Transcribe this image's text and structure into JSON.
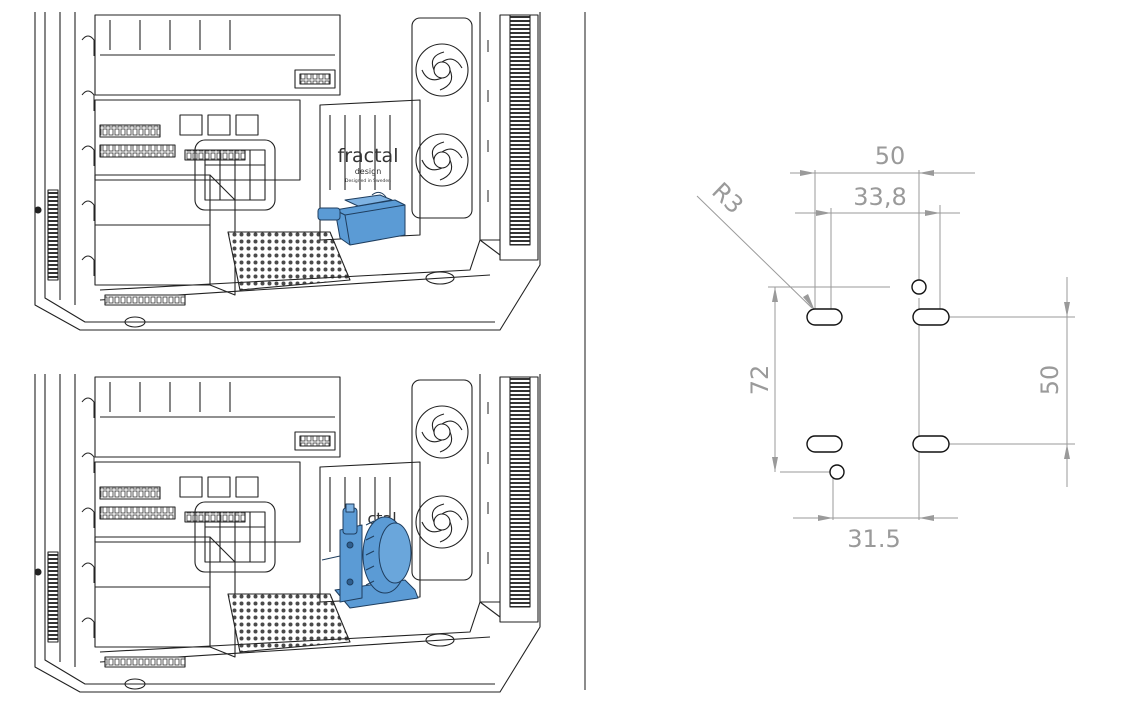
{
  "illustrations": {
    "case_brand_top": "fractal",
    "case_brand_sub": "design",
    "case_brand_tagline": "Designed in Sweden",
    "case_brand_bottom": "ctal",
    "accent_color": "#5b9bd5",
    "line_color": "#222222"
  },
  "drawing": {
    "dimensions": {
      "top_width": "50",
      "inner_width": "33,8",
      "radius": "R3",
      "left_height": "72",
      "right_height": "50",
      "bottom_width": "31.5"
    },
    "dimension_color": "#9a9a9a"
  },
  "divider_color": "#8c8c8c"
}
